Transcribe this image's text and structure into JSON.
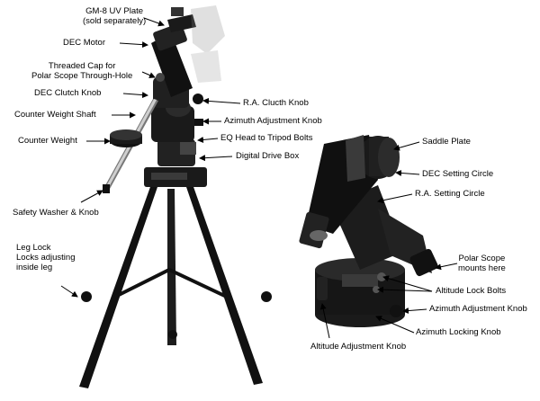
{
  "labels": {
    "gm8_plate": [
      "GM-8 UV Plate",
      "(sold separately)"
    ],
    "dec_motor": "DEC Motor",
    "threaded_cap": [
      "Threaded Cap for",
      "Polar Scope Through-Hole"
    ],
    "dec_clutch": "DEC Clutch Knob",
    "counter_shaft": "Counter Weight Shaft",
    "counter_weight": "Counter Weight",
    "safety_washer": "Safety Washer & Knob",
    "leg_lock": [
      "Leg Lock",
      "Locks adjusting",
      "inside leg"
    ],
    "ra_clutch": "R.A. Clucth Knob",
    "azimuth_adj_top": "Azimuth Adjustment Knob",
    "eq_head_bolts": "EQ Head to Tripod Bolts",
    "digital_drive": "Digital Drive Box",
    "saddle_plate": "Saddle Plate",
    "dec_setting": "DEC Setting Circle",
    "ra_setting": "R.A. Setting Circle",
    "polar_scope": [
      "Polar Scope",
      "mounts here"
    ],
    "altitude_lock": "Altitude Lock Bolts",
    "azimuth_adj_right": "Azimuth Adjustment Knob",
    "azimuth_locking": "Azimuth Locking Knob",
    "altitude_adj": "Altitude Adjustment Knob"
  },
  "colors": {
    "ink": "#000000",
    "metal": "#1a1a1a",
    "mid": "#6b6b6b",
    "light": "#cfcfcf"
  }
}
